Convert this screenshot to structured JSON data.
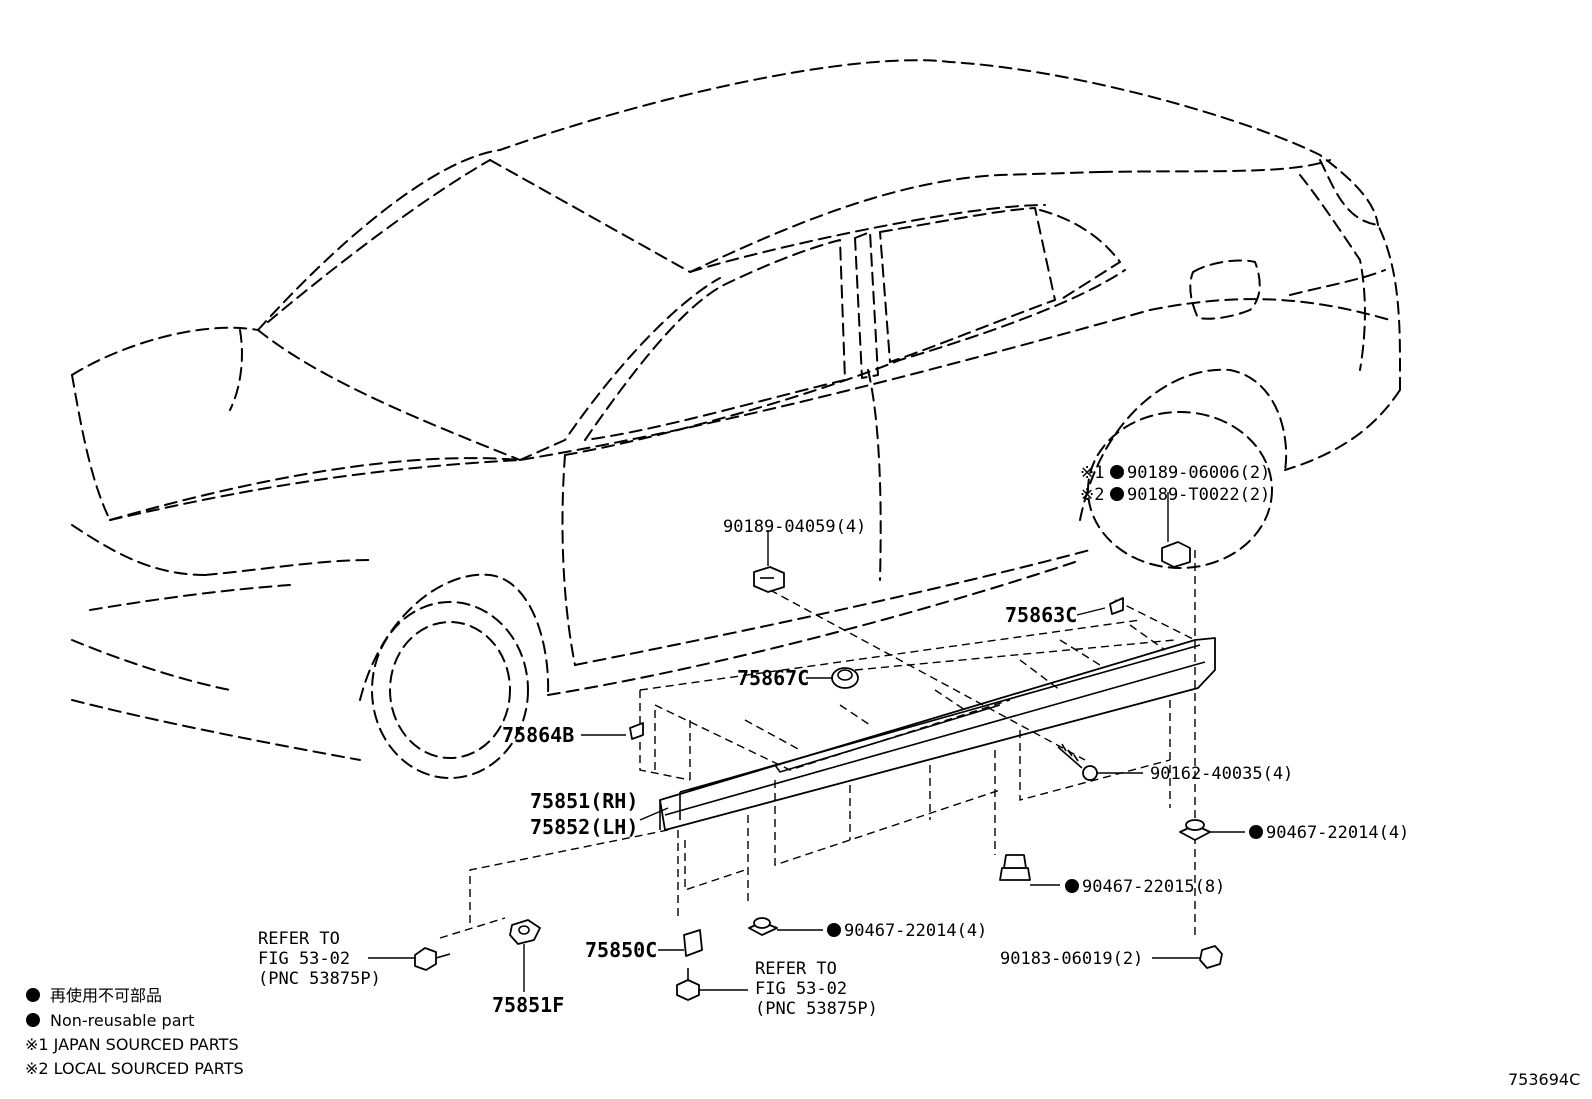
{
  "labels": {
    "p1_mark": "※1",
    "p1_num": "90189-06006(2)",
    "p2_mark": "※2",
    "p2_num": "90189-T0022(2)",
    "clip_04059": "90189-04059(4)",
    "p75863c": "75863C",
    "p75867c": "75867C",
    "p75864b": "75864B",
    "p75851rh": "75851(RH)",
    "p75852lh": "75852(LH)",
    "screw_40035": "90162-40035(4)",
    "clip_22014_right": "90467-22014(4)",
    "clip_22015": "90467-22015(8)",
    "clip_22014_bottom": "90467-22014(4)",
    "nut_06019": "90183-06019(2)",
    "p75850c": "75850C",
    "p75851f": "75851F",
    "refer_left_1": "REFER TO",
    "refer_left_2": "FIG 53-02",
    "refer_left_3": "(PNC 53875P)",
    "refer_right_1": "REFER TO",
    "refer_right_2": "FIG 53-02",
    "refer_right_3": "(PNC 53875P)"
  },
  "legend": {
    "jp": "再使用不可部品",
    "en": "Non-reusable part",
    "note1": "※1 JAPAN SOURCED PARTS",
    "note2": "※2 LOCAL SOURCED PARTS"
  },
  "illustration_code": "753694C"
}
